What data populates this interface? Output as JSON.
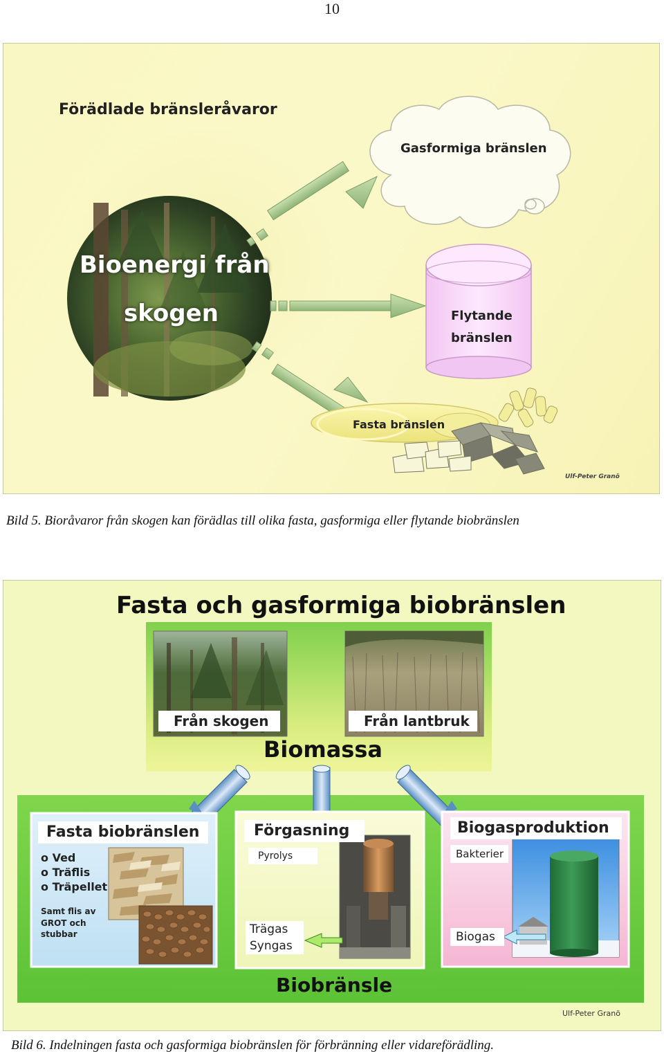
{
  "page_number": "10",
  "figure1": {
    "title": "Förädlade bränsleråvaror",
    "center_line1": "Bioenergi från",
    "center_line2": "skogen",
    "gas_label": "Gasformiga bränslen",
    "liquid_line1": "Flytande",
    "liquid_line2": "bränslen",
    "solid_label": "Fasta bränslen",
    "credit": "Ulf-Peter Granö",
    "caption": "Bild 5. Bioråvaror från skogen kan förädlas till olika fasta, gasformiga eller flytande biobränslen"
  },
  "figure2": {
    "title": "Fasta och gasformiga biobränslen",
    "from_forest": "Från skogen",
    "from_agriculture": "Från lantbruk",
    "biomass": "Biomassa",
    "solid": {
      "title": "Fasta biobränslen",
      "items": [
        "o Ved",
        "o Träflis",
        "o Träpellet"
      ],
      "note_lines": [
        "Samt flis av",
        "GROT och",
        "stubbar"
      ]
    },
    "gasification": {
      "title": "Förgasning",
      "pyrolysis": "Pyrolys",
      "wood_gas": "Trägas",
      "syngas": "Syngas"
    },
    "biogas": {
      "title": "Biogasproduktion",
      "bacteria": "Bakterier",
      "biogas": "Biogas"
    },
    "biofuel": "Biobränsle",
    "credit": "Ulf-Peter Granö",
    "caption": "Bild 6. Indelningen fasta och gasformiga biobränslen för förbränning eller vidareförädling."
  }
}
